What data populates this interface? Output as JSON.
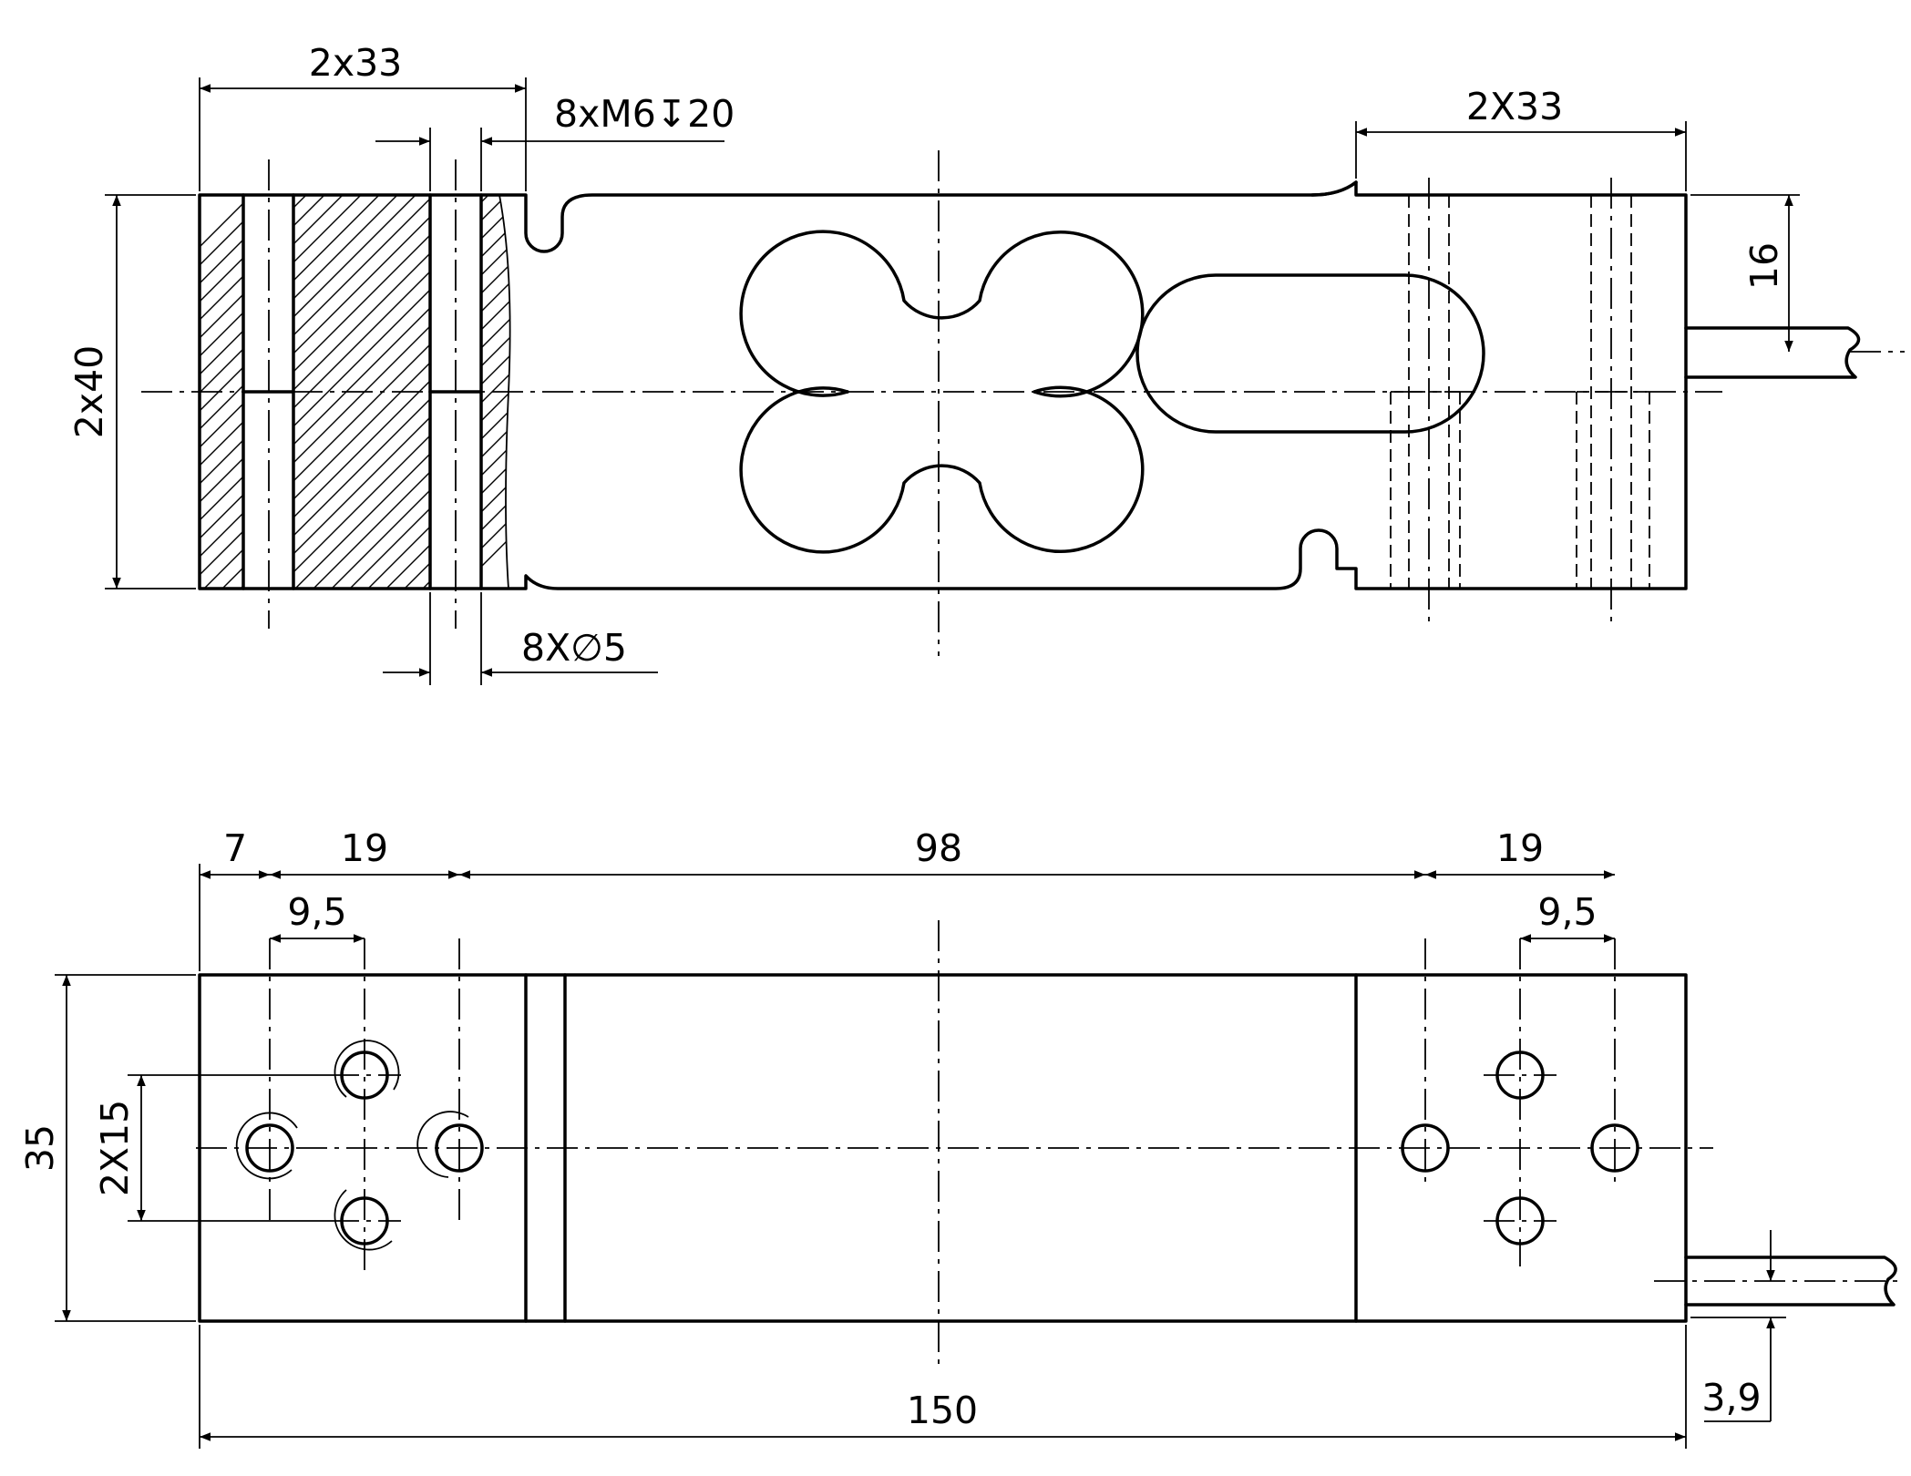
{
  "side_view": {
    "dim_top_left": "2x33",
    "dim_thread": "8xM6↧20",
    "dim_top_right": "2X33",
    "dim_height": "2x40",
    "dim_cable_offset": "16",
    "dim_hole": "8X∅5"
  },
  "top_view": {
    "dim_7": "7",
    "dim_19_left": "19",
    "dim_98": "98",
    "dim_19_right": "19",
    "dim_9_5_left": "9,5",
    "dim_9_5_right": "9,5",
    "dim_35": "35",
    "dim_2x15": "2X15",
    "dim_150": "150",
    "dim_3_9": "3,9"
  }
}
